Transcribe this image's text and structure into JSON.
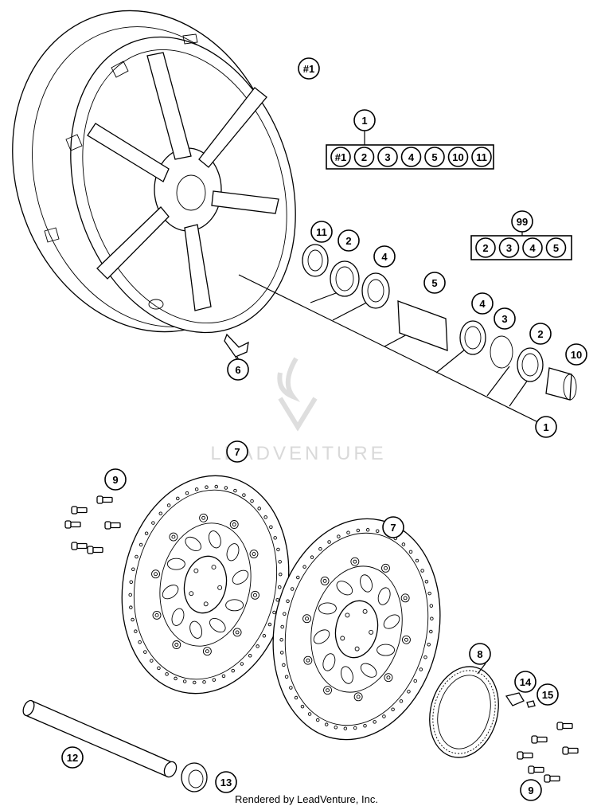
{
  "watermark": "LEADVENTURE",
  "credit": "Rendered by LeadVenture, Inc.",
  "callouts": {
    "wheel": "#1",
    "kit1_top": "1",
    "kit1_bottom": "1",
    "kit99": "99",
    "bush11": "11",
    "seal2a": "2",
    "bearing4a": "4",
    "spacer5": "5",
    "bearing4b": "4",
    "circlip3": "3",
    "seal2b": "2",
    "bush10": "10",
    "valve6": "6",
    "disc7a": "7",
    "disc7b": "7",
    "screws9a": "9",
    "tonering8": "8",
    "bracket14": "14",
    "screw15": "15",
    "axle12": "12",
    "nut13": "13",
    "screws9b": "9"
  },
  "kit1_items": [
    "#1",
    "2",
    "3",
    "4",
    "5",
    "10",
    "11"
  ],
  "kit99_items": [
    "2",
    "3",
    "4",
    "5"
  ]
}
